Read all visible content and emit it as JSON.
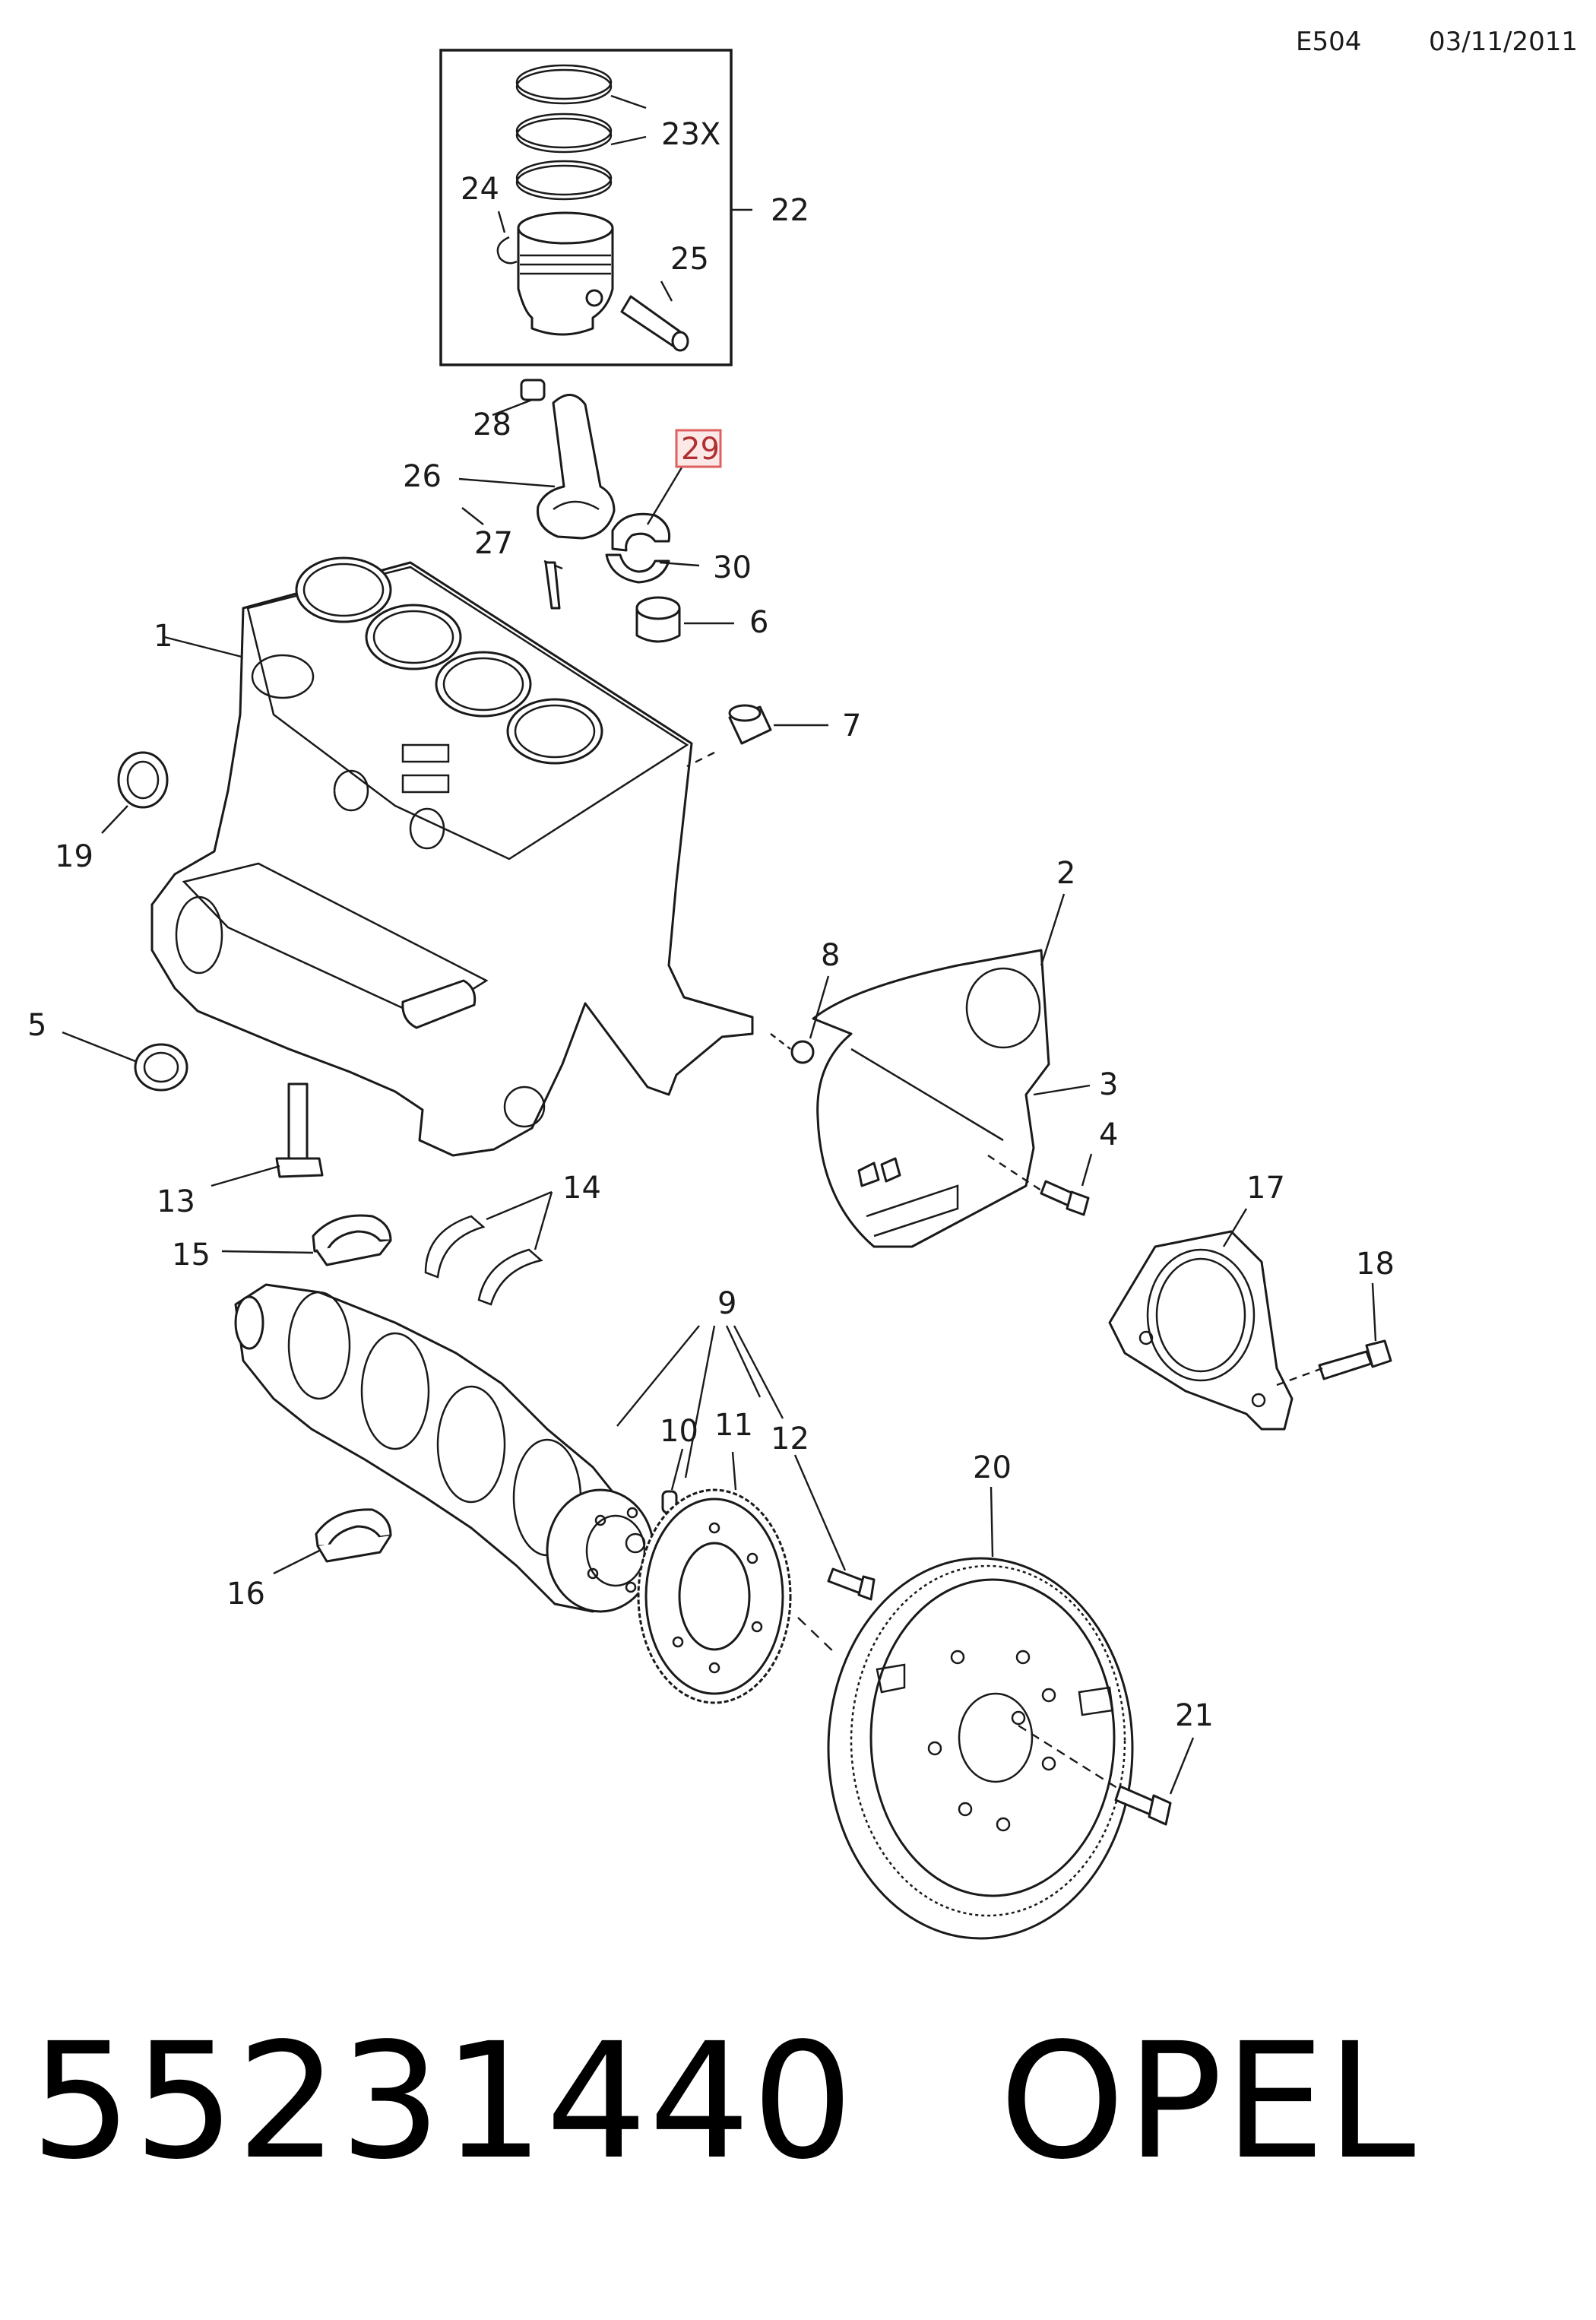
{
  "header": {
    "diagram_code": "E504",
    "date": "03/11/2011"
  },
  "callouts": {
    "c1": "1",
    "c2": "2",
    "c3": "3",
    "c4": "4",
    "c5": "5",
    "c6": "6",
    "c7": "7",
    "c8": "8",
    "c9": "9",
    "c10": "10",
    "c11": "11",
    "c12": "12",
    "c13": "13",
    "c14": "14",
    "c15": "15",
    "c16": "16",
    "c17": "17",
    "c18": "18",
    "c19": "19",
    "c20": "20",
    "c21": "21",
    "c22": "22",
    "c23": "23X",
    "c24": "24",
    "c25": "25",
    "c26": "26",
    "c27": "27",
    "c28": "28",
    "c29": "29",
    "c30": "30"
  },
  "highlighted_callout": "29",
  "footer": {
    "part_number": "55231440",
    "brand": "OPEL"
  }
}
